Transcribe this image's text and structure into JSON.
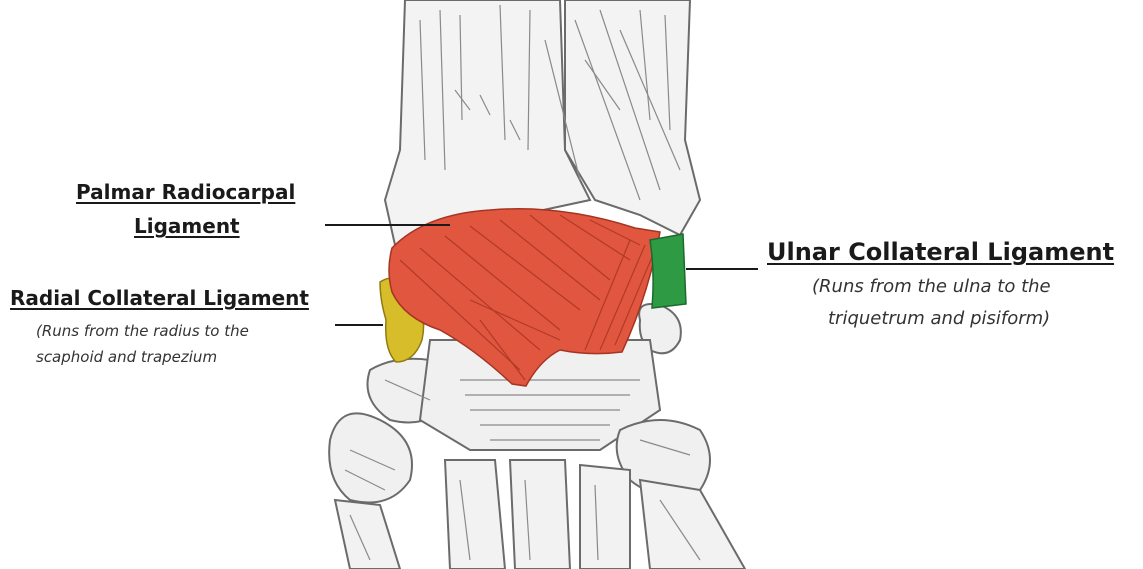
{
  "labels": {
    "palmar": {
      "line1": "Palmar Radiocarpal",
      "line2": "Ligament"
    },
    "ulnar": {
      "title": "Ulnar Collateral Ligament",
      "note1": "(Runs from the ulna to the",
      "note2": "triquetrum and pisiform)"
    },
    "radial": {
      "title": "Radial Collateral Ligament",
      "note1": "(Runs from the radius to the",
      "note2": "scaphoid and trapezium"
    }
  },
  "colors": {
    "palmar_ligament": "#e0563f",
    "ulnar_ligament": "#2f9a44",
    "radial_ligament": "#d8bd2a",
    "bone_outline": "#6b6b6b"
  }
}
